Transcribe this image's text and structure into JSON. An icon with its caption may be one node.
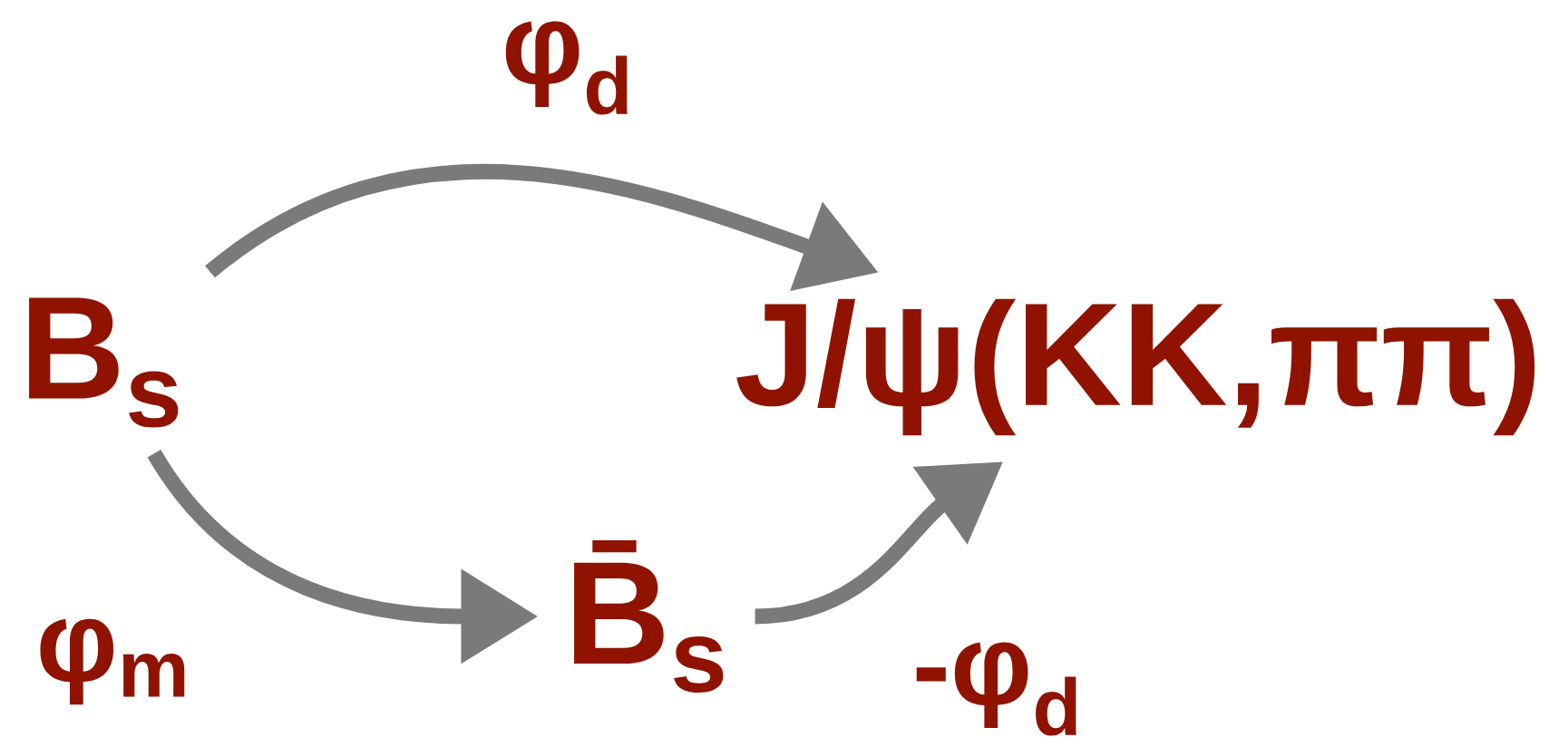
{
  "diagram": {
    "nodes": [
      {
        "text": [
          "B$_{s}$"
        ]
      },
      {
        "text": [
          "J/ψ(KK,ππ)"
        ]
      },
      {
        "text": [
          "B̄$_{s}$"
        ]
      }
    ],
    "edges": [
      {
        "from": 0,
        "to": 1,
        "arrow": "to",
        "label": "φ$_{d}$"
      },
      {
        "from": 0,
        "to": 2,
        "arrow": "to",
        "label": "φ$_{m}$"
      },
      {
        "from": 2,
        "to": 1,
        "arrow": "to",
        "label": "-φ$_{d}$"
      }
    ]
  }
}
